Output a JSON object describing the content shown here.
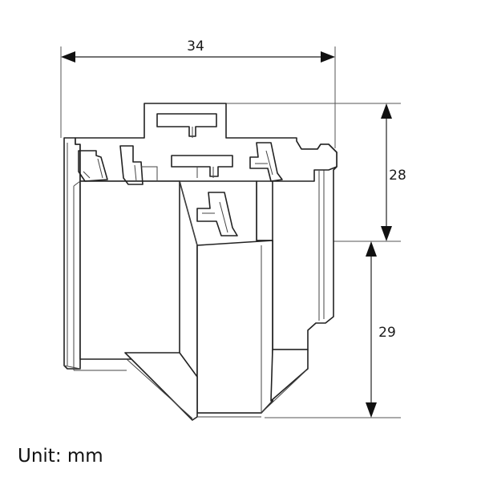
{
  "dimensions": {
    "width": "34",
    "top_height": "28",
    "bottom_height": "29"
  },
  "unit_label": "Unit: mm"
}
